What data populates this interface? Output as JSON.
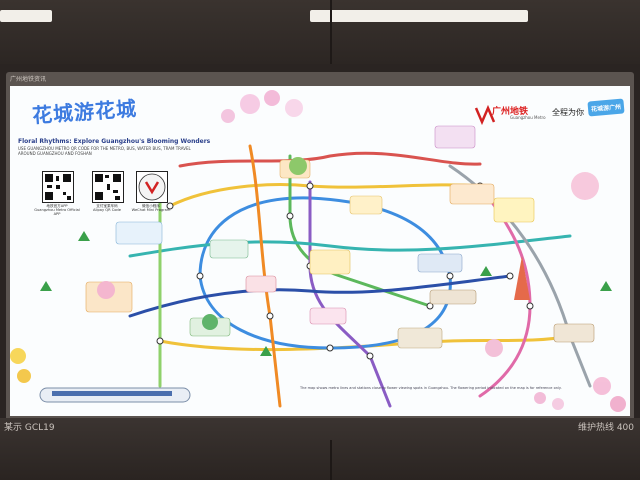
{
  "title_zh": "花城游花城",
  "subtitle_en": "Floral Rhythms: Explore Guangzhou's Blooming Wonders",
  "description": "USE GUANGZHOU METRO QR CODE FOR THE METRO, BUS, WATER BUS, TRAM TRAVEL AROUND GUANGZHOU AND FOSHAN",
  "qr_codes": [
    {
      "label_zh": "地铁官方APP",
      "label_en": "Guangzhou Metro Official APP"
    },
    {
      "label_zh": "支付宝乘车码",
      "label_en": "Alipay QR Code"
    },
    {
      "label_zh": "微信小程序",
      "label_en": "WeChat Mini Program"
    }
  ],
  "brand": {
    "name_zh": "广州地铁",
    "name_en": "Guangzhou Metro",
    "slogan": "全程为你",
    "badge": "花城游广州"
  },
  "signage": {
    "frame_label": "广州地铁资讯",
    "left_code": "某示 GCL19",
    "right_code": "维护热线 400"
  },
  "footnote": "The map shows metro lines and stations close to flower viewing spots in Guangzhou. The flowering period indicated on the map is for reference only.",
  "colors": {
    "line_yellow": "#f0c23a",
    "line_blue": "#3d8de0",
    "line_green": "#5cb85c",
    "line_red": "#d9534f",
    "line_purple": "#8a5cc4",
    "line_teal": "#36b4b0",
    "line_orange": "#f08a24",
    "line_grey": "#9aa3ab",
    "brand_red": "#d22222"
  }
}
